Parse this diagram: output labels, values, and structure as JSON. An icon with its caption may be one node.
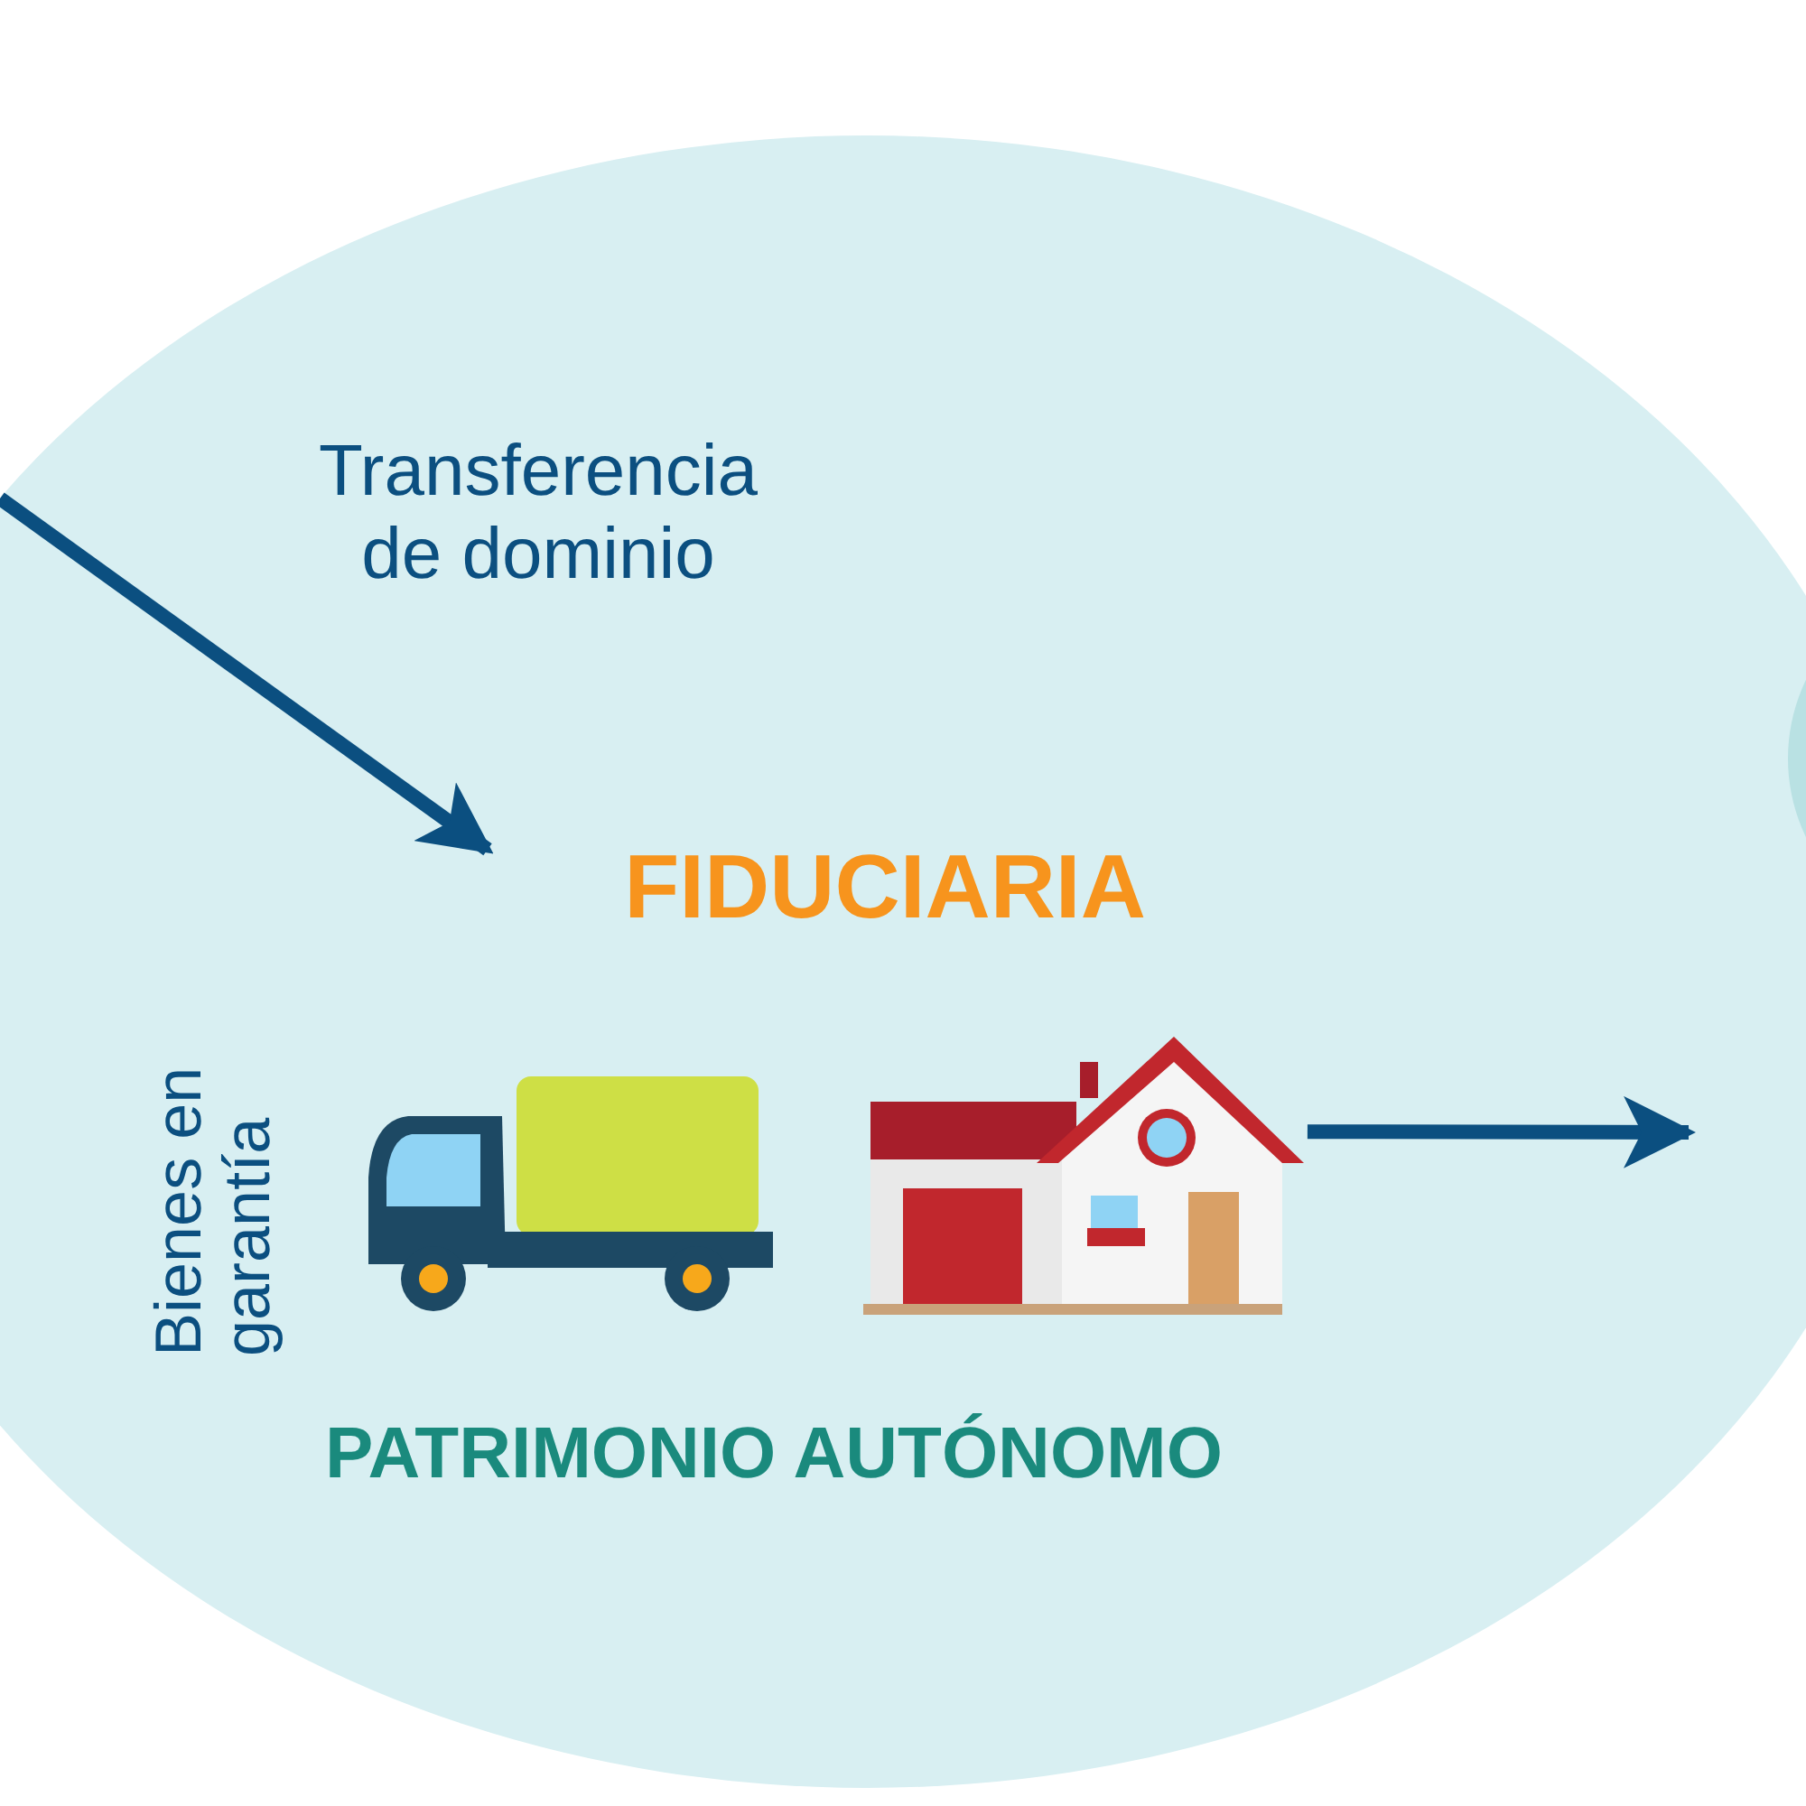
{
  "diagram": {
    "nodes": [
      {
        "text": [
          "PATRIMONIO AUTÓNOMO"
        ]
      },
      {
        "text": [
          "FIDUCIARIA"
        ],
        "in": 0
      },
      {
        "text": [],
        "shape": "picture",
        "in": 0
      },
      {
        "text": [],
        "shape": "picture",
        "in": 0
      },
      {
        "text": [],
        "shape": "circle"
      }
    ],
    "edges": [
      {
        "from": null,
        "to": 1,
        "arrow": "to",
        "label": "Transferencia de dominio"
      },
      {
        "from": 3,
        "to": null,
        "arrow": "to"
      }
    ],
    "labels": [
      "Bienes en garantía"
    ]
  }
}
